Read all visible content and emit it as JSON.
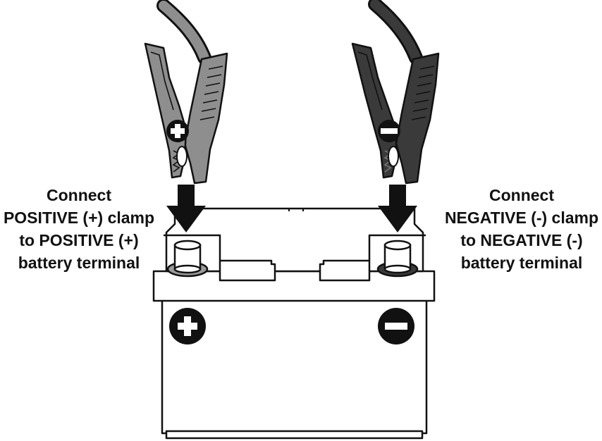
{
  "positive_instruction": {
    "line1": "Connect",
    "line2": "POSITIVE (+) clamp",
    "line3": "to POSITIVE (+)",
    "line4": "battery terminal"
  },
  "negative_instruction": {
    "line1": "Connect",
    "line2": "NEGATIVE (-) clamp",
    "line3": "to NEGATIVE (-)",
    "line4": "battery terminal"
  },
  "colors": {
    "positive_clamp": "#8e8e8e",
    "negative_clamp": "#3a3a3a",
    "outline": "#111111",
    "battery_fill": "#ffffff",
    "background": "#ffffff"
  },
  "icons": {
    "positive_clamp": "positive-clamp-icon",
    "negative_clamp": "negative-clamp-icon",
    "positive_arrow": "down-arrow-icon",
    "negative_arrow": "down-arrow-icon",
    "battery": "battery-icon",
    "plus": "plus-icon",
    "minus": "minus-icon"
  }
}
